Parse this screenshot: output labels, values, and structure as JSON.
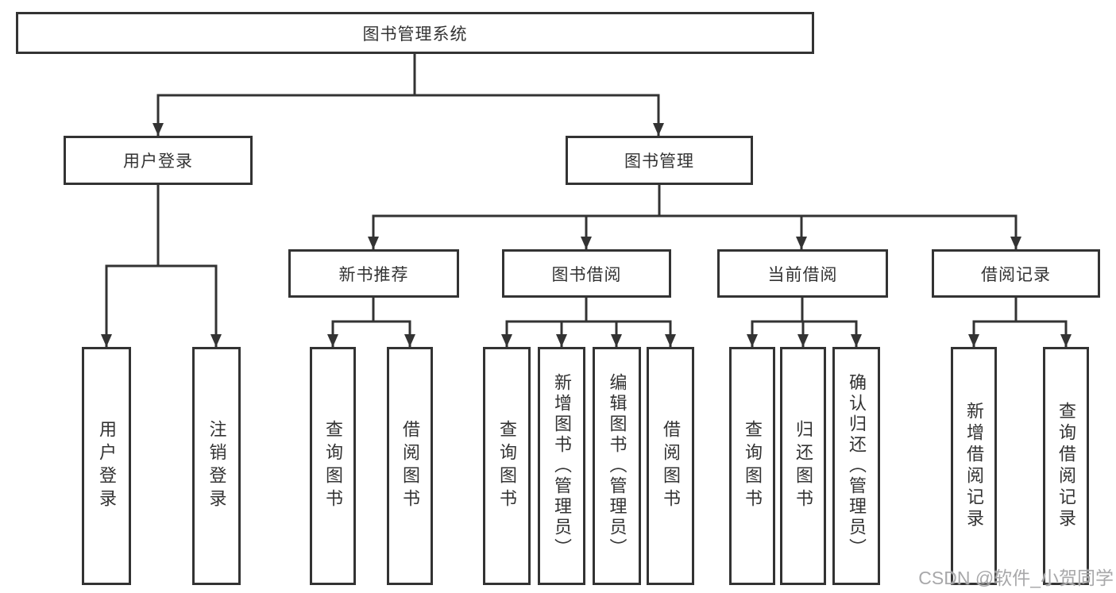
{
  "tree": {
    "root": {
      "label": "图书管理系统"
    },
    "branches": [
      {
        "label": "用户登录",
        "children": [
          {
            "label": "用户登录"
          },
          {
            "label": "注销登录"
          }
        ]
      },
      {
        "label": "图书管理",
        "groups": [
          {
            "label": "新书推荐",
            "children": [
              {
                "label": "查询图书"
              },
              {
                "label": "借阅图书"
              }
            ]
          },
          {
            "label": "图书借阅",
            "children": [
              {
                "label": "查询图书"
              },
              {
                "label": "新增图书（管理员）"
              },
              {
                "label": "编辑图书（管理员）"
              },
              {
                "label": "借阅图书"
              }
            ]
          },
          {
            "label": "当前借阅",
            "children": [
              {
                "label": "查询图书"
              },
              {
                "label": "归还图书"
              },
              {
                "label": "确认归还（管理员）"
              }
            ]
          },
          {
            "label": "借阅记录",
            "children": [
              {
                "label": "新增借阅记录"
              },
              {
                "label": "查询借阅记录"
              }
            ]
          }
        ]
      }
    ]
  },
  "watermark": "CSDN @软件_小贺同学",
  "colors": {
    "line": "#333333",
    "text": "#333333",
    "background": "#ffffff",
    "watermark": "#a8a8aa"
  }
}
